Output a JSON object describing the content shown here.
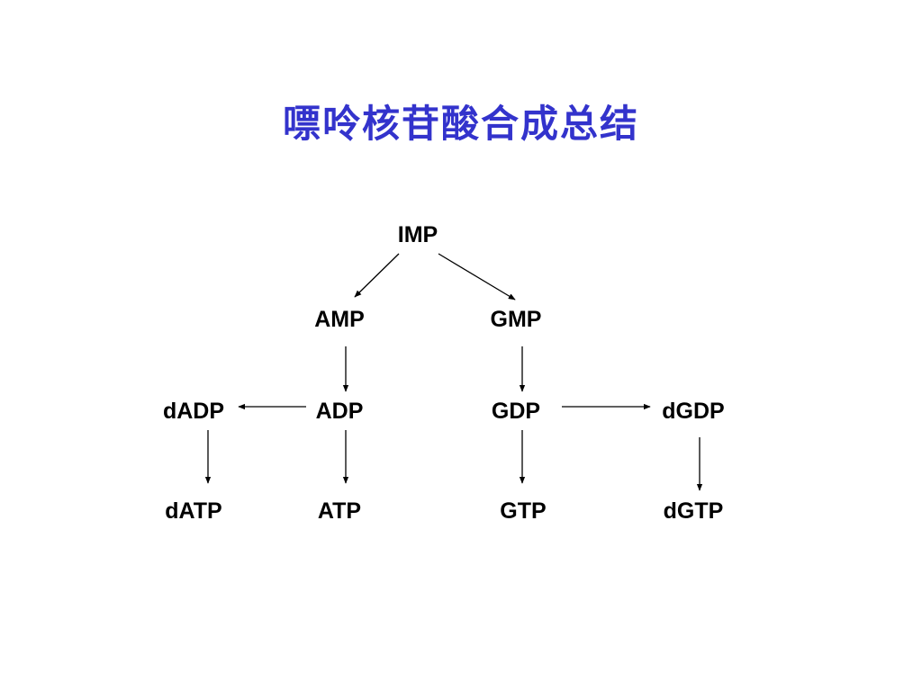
{
  "title": "嘌呤核苷酸合成总结",
  "colors": {
    "title": "#3333cc",
    "node_text": "#000000",
    "arrow": "#000000",
    "background": "#ffffff"
  },
  "nodes": {
    "imp": "IMP",
    "amp": "AMP",
    "gmp": "GMP",
    "dadp": "dADP",
    "adp": "ADP",
    "gdp": "GDP",
    "dgdp": "dGDP",
    "datp": "dATP",
    "atp": "ATP",
    "gtp": "GTP",
    "dgtp": "dGTP"
  },
  "edges": [
    {
      "from": "imp",
      "to": "amp"
    },
    {
      "from": "imp",
      "to": "gmp"
    },
    {
      "from": "amp",
      "to": "adp"
    },
    {
      "from": "gmp",
      "to": "gdp"
    },
    {
      "from": "adp",
      "to": "dadp"
    },
    {
      "from": "gdp",
      "to": "dgdp"
    },
    {
      "from": "dadp",
      "to": "datp"
    },
    {
      "from": "adp",
      "to": "atp"
    },
    {
      "from": "gdp",
      "to": "gtp"
    },
    {
      "from": "dgdp",
      "to": "dgtp"
    }
  ]
}
